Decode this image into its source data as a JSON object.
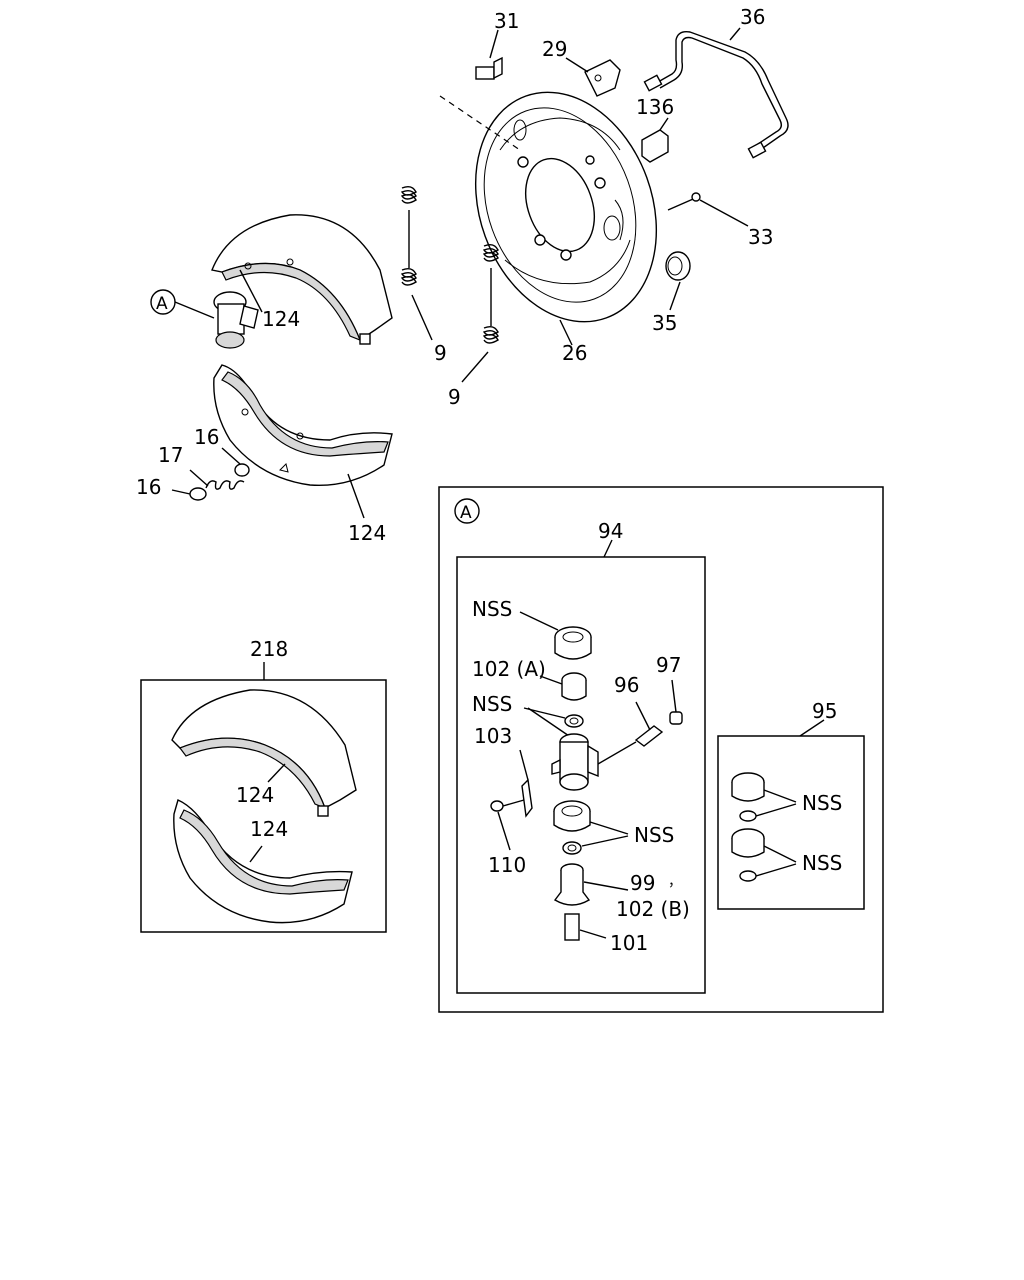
{
  "labels": {
    "p31": "31",
    "p29": "29",
    "p36": "36",
    "p136": "136",
    "p33": "33",
    "p35": "35",
    "p26": "26",
    "p9a": "9",
    "p9b": "9",
    "p124a": "124",
    "p124b": "124",
    "p17": "17",
    "p16a": "16",
    "p16b": "16",
    "calloutA": "A",
    "p218": "218",
    "p124c": "124",
    "p124d": "124",
    "detailA": "A",
    "p94": "94",
    "nss1": "NSS",
    "p102a": "102 (A)",
    "nss2": "NSS",
    "p96": "96",
    "p97": "97",
    "p103": "103",
    "p110": "110",
    "nss3": "NSS",
    "p99": "99",
    "comma": "，",
    "p102b": "102 (B)",
    "p101": "101",
    "p95": "95",
    "nss4": "NSS",
    "nss5": "NSS"
  }
}
